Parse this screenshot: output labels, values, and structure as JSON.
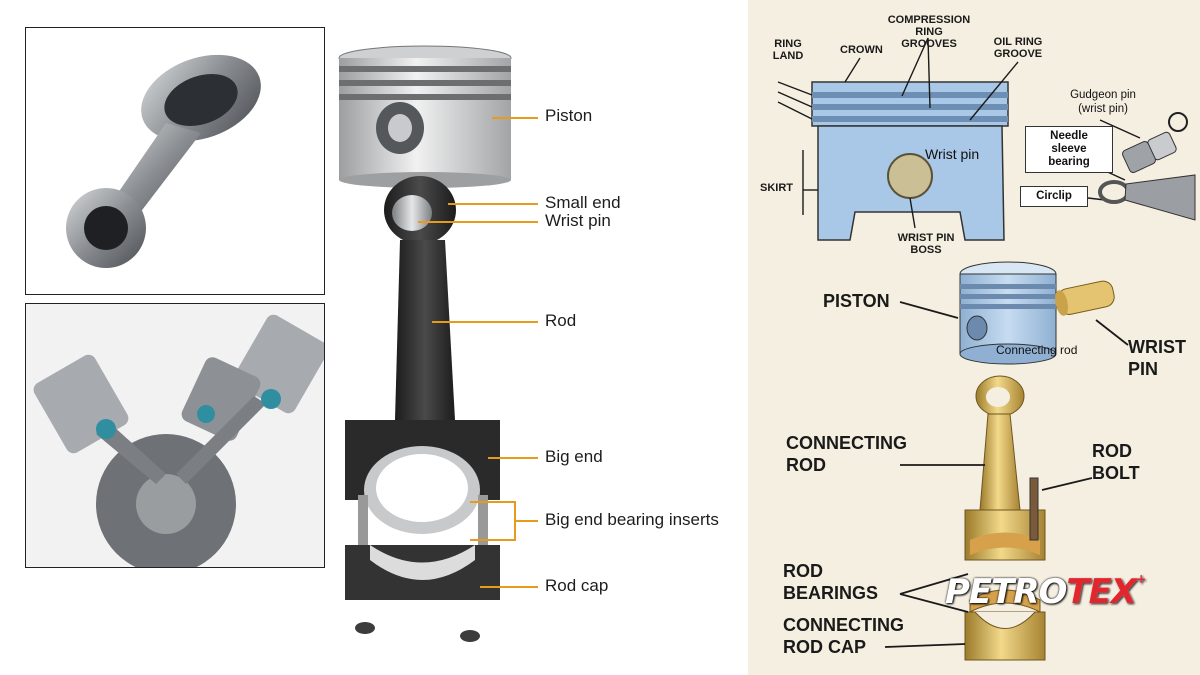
{
  "left_diagram": {
    "labels": {
      "piston": "Piston",
      "small_end": "Small end",
      "wrist_pin": "Wrist pin",
      "rod": "Rod",
      "big_end": "Big end",
      "big_end_bearing_inserts": "Big end bearing inserts",
      "rod_cap": "Rod cap"
    },
    "leader_color": "#e89a1e"
  },
  "right_diagram": {
    "piston_detail": {
      "ring_land": "RING LAND",
      "crown": "CROWN",
      "compression_ring_grooves": "COMPRESSION RING GROOVES",
      "oil_ring_groove": "OIL RING GROOVE",
      "skirt": "SKIRT",
      "wrist_pin": "Wrist pin",
      "wrist_pin_boss": "WRIST PIN BOSS",
      "gudgeon_pin": "Gudgeon pin (wrist pin)",
      "needle_sleeve_bearing": "Needle sleeve bearing",
      "circlip": "Circlip",
      "piston_color": "#a9c7e6"
    },
    "assembly": {
      "piston": "PISTON",
      "connecting_rod_inner": "Connecting rod",
      "wrist_pin": "WRIST PIN",
      "connecting_rod": "CONNECTING ROD",
      "rod_bolt": "ROD BOLT",
      "rod_bearings": "ROD BEARINGS",
      "connecting_rod_cap": "CONNECTING ROD CAP",
      "rod_color": "#d3b259"
    }
  },
  "logo": {
    "white_part": "PETRO",
    "red_part": "TEX",
    "mark": "+"
  }
}
